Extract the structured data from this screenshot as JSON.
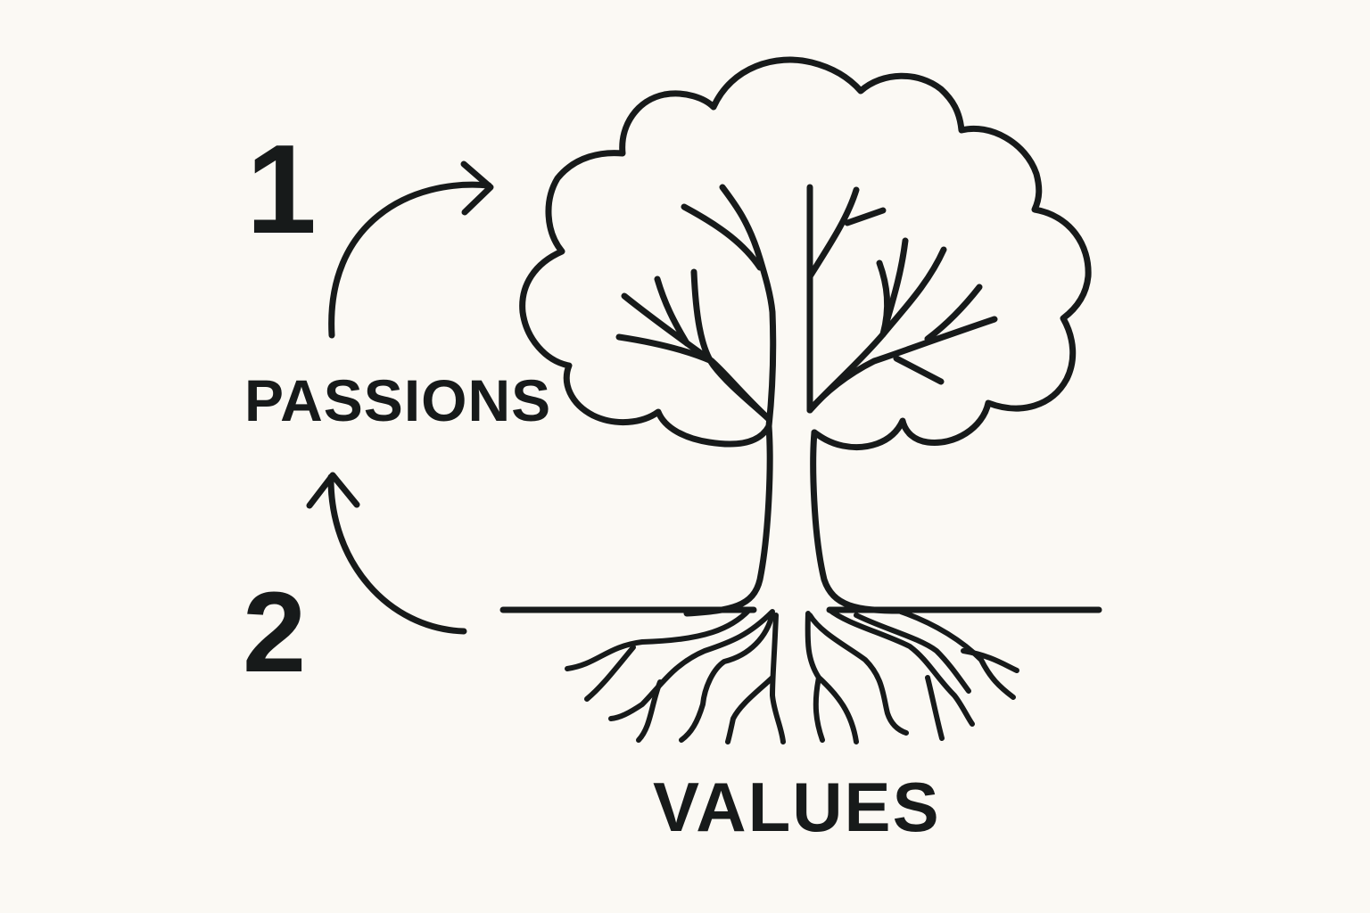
{
  "diagram": {
    "step_1": "1",
    "step_2": "2",
    "label_passions": "PASSIONS",
    "label_values": "VALUES"
  },
  "colors": {
    "background": "#fbf9f4",
    "ink": "#171a1a"
  }
}
